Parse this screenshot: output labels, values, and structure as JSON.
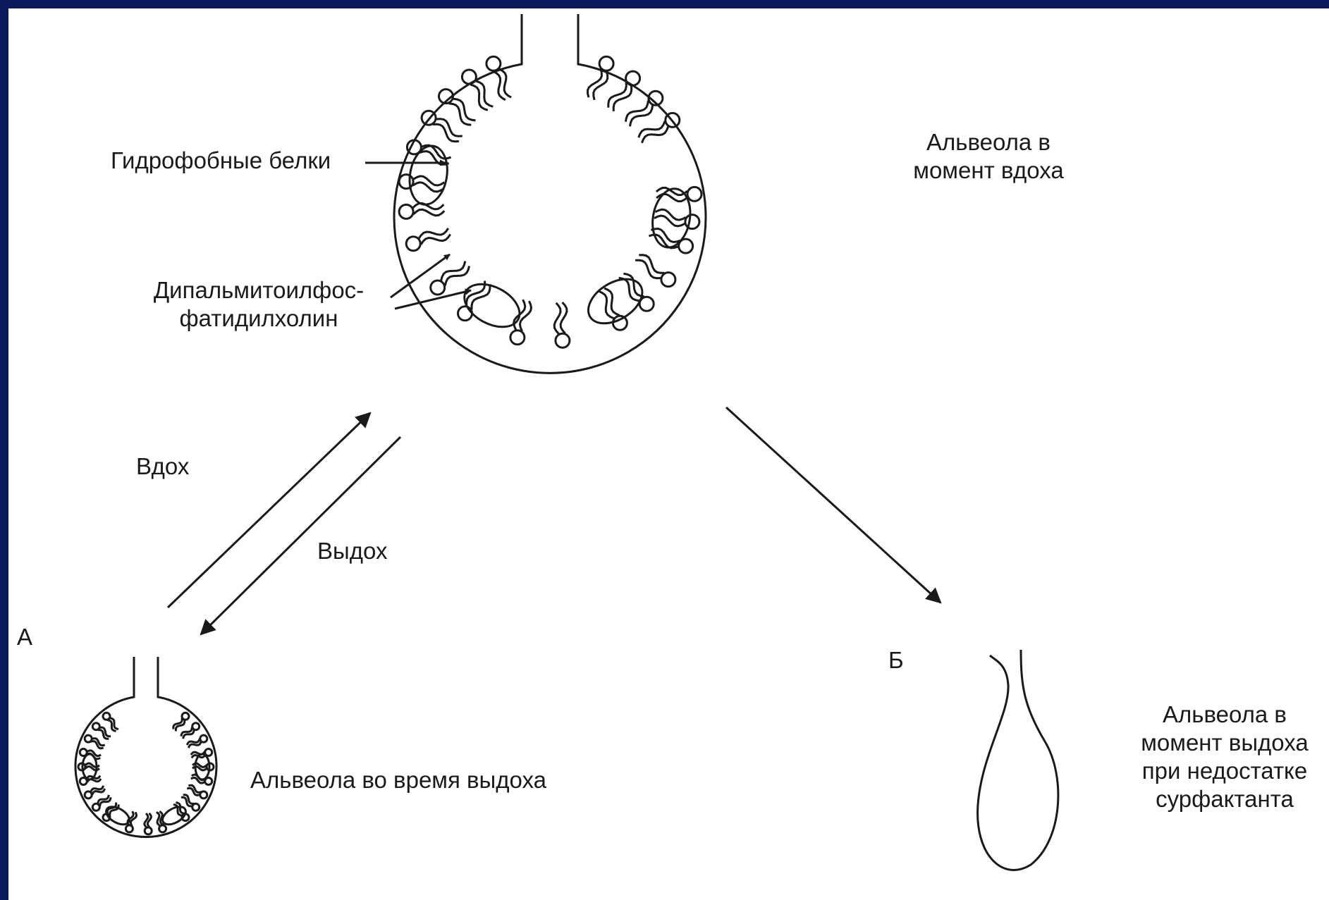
{
  "labels": {
    "hydrophobic_proteins": "Гидрофобные белки",
    "dppc_line1": "Дипальмитоилфос-",
    "dppc_line2": "фатидилхолин",
    "alveola_inhale_line1": "Альвеола в",
    "alveola_inhale_line2": "момент вдоха",
    "inhale": "Вдох",
    "exhale": "Выдох",
    "panel_a": "А",
    "panel_b": "Б",
    "alveola_exhale": "Альвеола во время выдоха",
    "deficit_line1": "Альвеола в",
    "deficit_line2": "момент выдоха",
    "deficit_line3": "при недостатке",
    "deficit_line4": "сурфактанта"
  },
  "colors": {
    "frame": "#0c1a5e",
    "background": "#ffffff",
    "ink": "#1a1a1a"
  }
}
